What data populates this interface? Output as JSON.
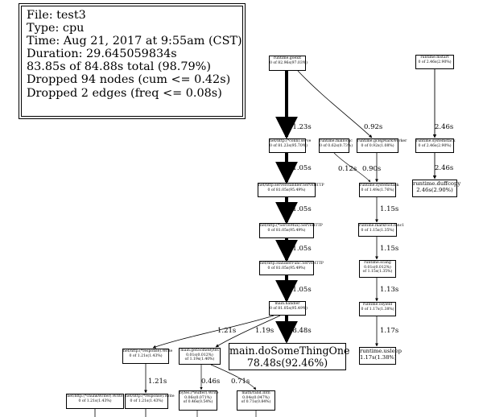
{
  "legend": {
    "lines": [
      "File: test3",
      "Type: cpu",
      "Time: Aug 21, 2017 at 9:55am (CST)",
      "Duration: 29.645059834s",
      "83.85s of 84.88s total (98.79%)",
      "Dropped 94 nodes (cum <= 0.42s)",
      "Dropped 2 edges (freq <= 0.08s)"
    ]
  },
  "nodes": {
    "goexit": {
      "name": "runtime.goexit",
      "stat": "0 of 82.96s(97.03%)"
    },
    "mstart": {
      "name": "runtime.mstart",
      "stat": "0 of 2.46s(2.90%)"
    },
    "conn_serve": {
      "name": "net/http.(*conn).serve",
      "stat": "0 of 81.23s(95.70%)"
    },
    "mallocgc": {
      "name": "runtime.mallocgc",
      "stat": "0 of 0.62s(0.73%)"
    },
    "bgmark": {
      "name": "runtime.gcBgMarkWorker",
      "stat": "0 of 0.92s(1.08%)"
    },
    "systemstack": {
      "name": "runtime.systemstack",
      "stat": "0 of 1.49s(1.76%)"
    },
    "systemstack2": {
      "name": "runtime.systemstack",
      "stat": "0 of 2.46s(2.90%)"
    },
    "duffcopy": {
      "name": "runtime.duffcopy",
      "stat": "2.46s(2.90%)"
    },
    "serverhandler": {
      "name": "net/http.serverHandler.ServeHTTP",
      "stat": "0 of 81.05s(95.49%)"
    },
    "servemux": {
      "name": "net/http.(*ServeMux).ServeHTTP",
      "stat": "0 of 81.05s(95.49%)"
    },
    "markroot": {
      "name": "runtime.markroot.func1",
      "stat": "0 of 1.15s(1.35%)"
    },
    "handlerfunc": {
      "name": "net/http.HandlerFunc.ServeHTTP",
      "stat": "0 of 81.05s(95.49%)"
    },
    "scang": {
      "name": "runtime.scang",
      "stat": "0.01s(0.012%)\nof 1.15s(1.35%)"
    },
    "mainhandler": {
      "name": "main.handler",
      "stat": "0 of 81.05s(95.49%)"
    },
    "osyield": {
      "name": "runtime.osyield",
      "stat": "0 of 1.17s(1.38%)"
    },
    "resp_write": {
      "name": "net/http.(*response).Write",
      "stat": "0 of 1.21s(1.43%)"
    },
    "getsome": {
      "name": "main.genSomeBytes",
      "stat": "0.01s(0.012%)\nof 1.19s(1.40%)"
    },
    "dosome": {
      "name": "main.doSomeThingOne",
      "stat": "78.48s(92.46%)"
    },
    "usleep": {
      "name": "runtime.usleep",
      "stat": "1.17s(1.38%)"
    },
    "buffer_write": {
      "name": "bytes.(*Buffer).Write",
      "stat": "0.06s(0.071%)\nof 0.46s(0.54%)"
    },
    "intn": {
      "name": "math/rand.Intn",
      "stat": "0.04s(0.047%)\nof 0.71s(0.84%)"
    },
    "chunk_write": {
      "name": "net/http.(*chunkWriter).Write",
      "stat": "0 of 1.21s(1.43%)"
    },
    "resp_write2": {
      "name": "net/http.(*response).write",
      "stat": "0 of 1.21s(1.43%)"
    }
  },
  "edges": {
    "e_goexit_conn": "81.23s",
    "e_goexit_bgmark": "0.92s",
    "e_mstart_sys2": "2.46s",
    "e_conn_server": "81.05s",
    "e_malloc_sys": "0.12s",
    "e_bgmark_sys": "0.90s",
    "e_sys2_duff": "2.46s",
    "e_server_mux": "81.05s",
    "e_sys_mark": "1.15s",
    "e_mux_hf": "81.05s",
    "e_mark_scang": "1.15s",
    "e_hf_main": "81.05s",
    "e_scang_osy": "1.13s",
    "e_main_resp": "1.21s",
    "e_main_gen": "1.19s",
    "e_main_do": "78.48s",
    "e_osy_usleep": "1.17s",
    "e_resp_resp2": "1.21s",
    "e_gen_buf": "0.46s",
    "e_gen_intn": "0.71s"
  }
}
